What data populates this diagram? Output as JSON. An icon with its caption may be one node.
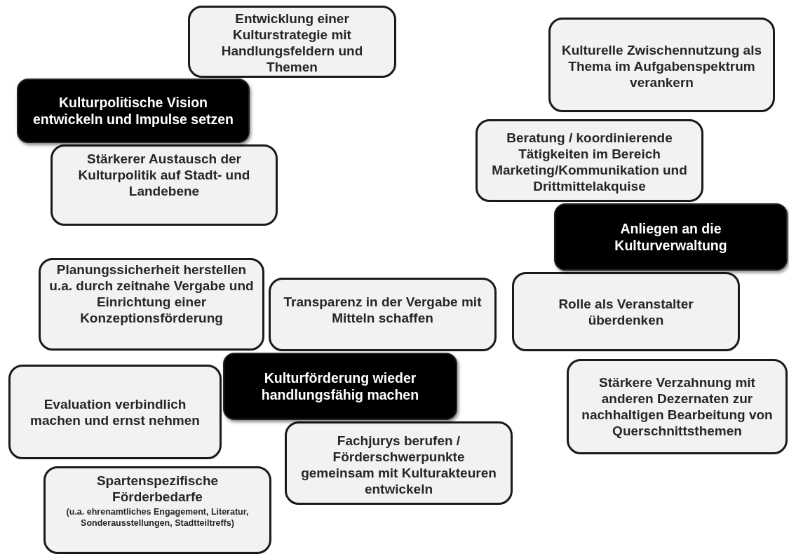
{
  "diagram": {
    "nodes": [
      {
        "text": [
          "Entwicklung einer Kulturstrategie mit Handlungsfeldern und Themen"
        ]
      },
      {
        "text": [
          "Kulturpolitische Vision entwickeln und Impulse setzen"
        ]
      },
      {
        "text": [
          "Stärkerer Austausch der Kulturpolitik auf Stadt- und Landebene"
        ]
      },
      {
        "text": [
          "Kulturelle Zwischennutzung als Thema im Aufgabenspektrum verankern"
        ]
      },
      {
        "text": [
          "Beratung / koordinierende Tätigkeiten im Bereich Marketing/Kommunikation und Drittmittelakquise"
        ]
      },
      {
        "text": [
          "Anliegen an die Kulturverwaltung"
        ]
      },
      {
        "text": [
          "Rolle als Veranstalter überdenken"
        ]
      },
      {
        "text": [
          "Stärkere Verzahnung mit anderen Dezernaten zur nachhaltigen Bearbeitung von Querschnittsthemen"
        ]
      },
      {
        "text": [
          "Planungssicherheit herstellen u.a. durch zeitnahe Vergabe und Einrichtung einer Konzeptionsförderung"
        ]
      },
      {
        "text": [
          "Transparenz in der Vergabe mit Mitteln schaffen"
        ]
      },
      {
        "text": [
          "Kulturförderung wieder handlungsfähig machen"
        ]
      },
      {
        "text": [
          "Evaluation verbindlich machen und ernst nehmen"
        ]
      },
      {
        "text": [
          "Fachjurys berufen / Förderschwerpunkte gemeinsam mit Kulturakteuren entwickeln"
        ]
      },
      {
        "text": [
          "Spartenspezifische Förderbedarfe",
          "(u.a. ehrenamtliches Engagement, Literatur, Sonderausstellungen, Stadtteiltreffs)"
        ]
      }
    ]
  }
}
